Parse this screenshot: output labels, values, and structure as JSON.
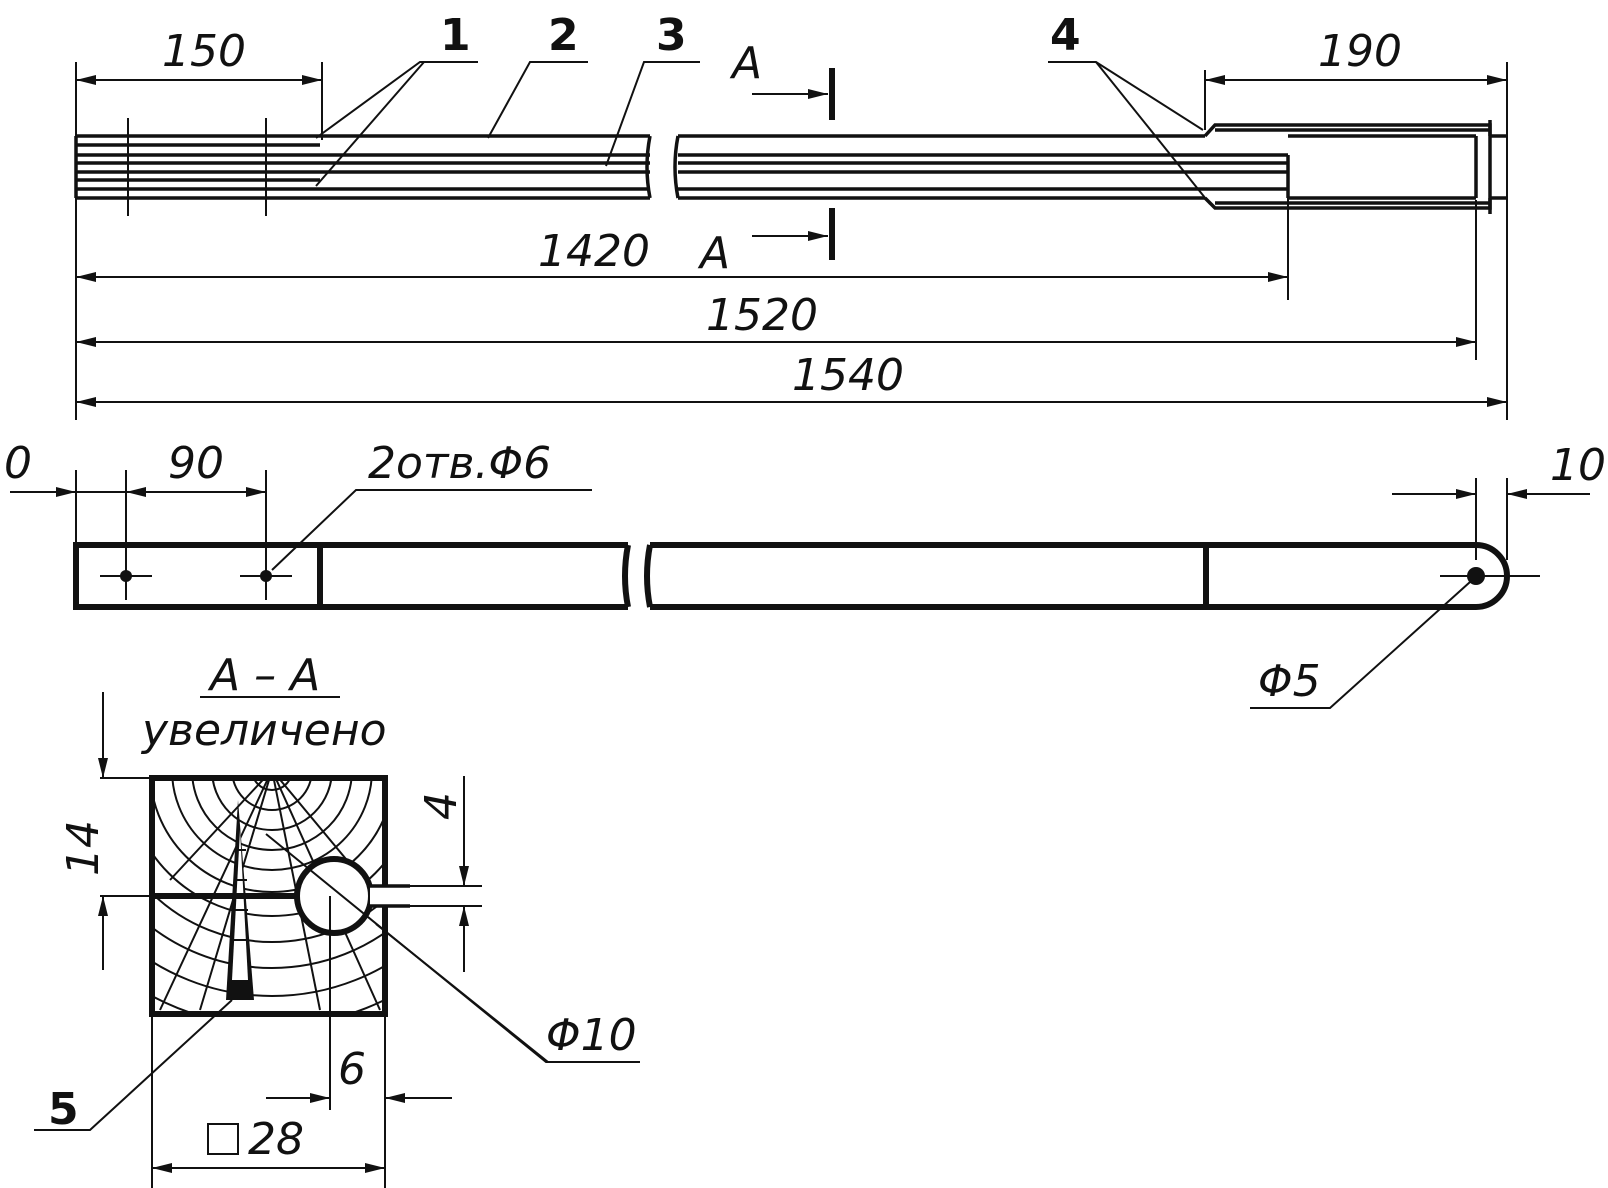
{
  "top_view": {
    "dim_150": "150",
    "dim_190": "190",
    "dim_1420": "1420",
    "dim_1520": "1520",
    "dim_1540": "1540",
    "section_mark_top": "A",
    "section_mark_bottom": "A",
    "callout_1": "1",
    "callout_2": "2",
    "callout_3": "3",
    "callout_4": "4"
  },
  "side_view": {
    "dim_0": "0",
    "dim_90": "90",
    "dim_10": "10",
    "holes_note": "2отв.Φ6",
    "hole_diameter": "Φ5"
  },
  "section": {
    "title": "A – A",
    "subtitle": "увеличено",
    "dim_14": "14",
    "dim_4": "4",
    "dim_6": "6",
    "dim_square": "28",
    "hole_diameter": "Φ10",
    "callout_5": "5"
  }
}
